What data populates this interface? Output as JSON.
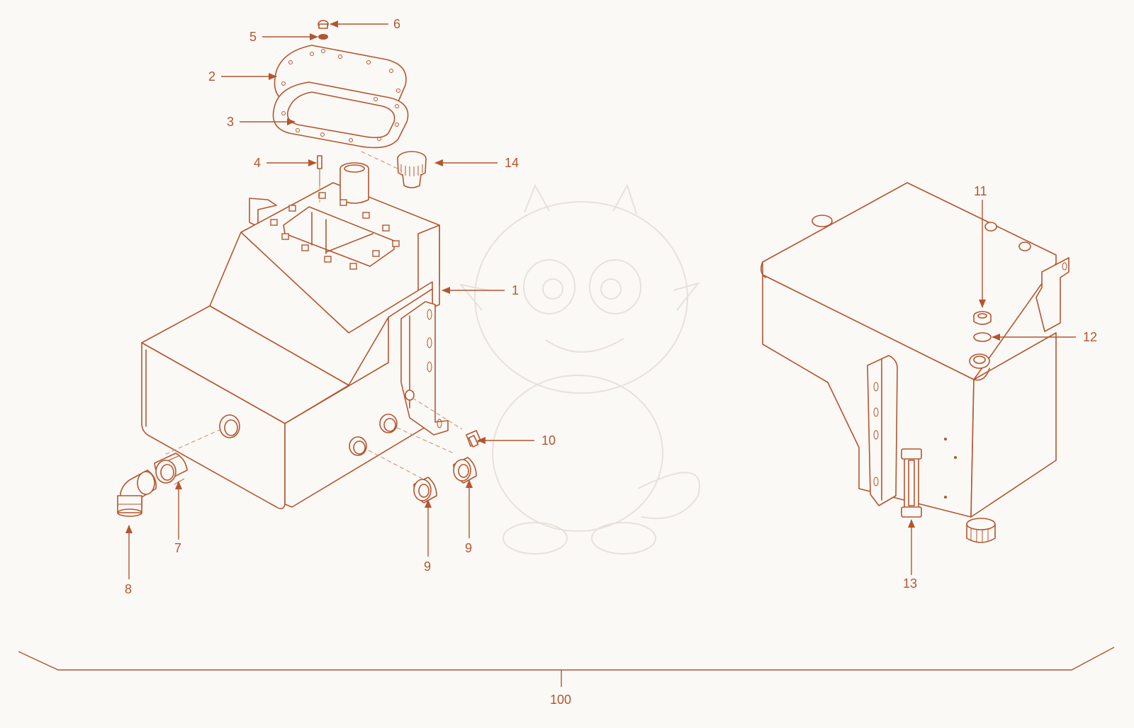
{
  "colors": {
    "line": "#b4552f",
    "background": "#fbf9f6",
    "watermark": "#e8e1db"
  },
  "watermark": "dragon-mascot-illustration",
  "callouts": {
    "c1": "1",
    "c2": "2",
    "c3": "3",
    "c4": "4",
    "c5": "5",
    "c6": "6",
    "c7": "7",
    "c8": "8",
    "c9a": "9",
    "c9b": "9",
    "c10": "10",
    "c11": "11",
    "c12": "12",
    "c13": "13",
    "c14": "14",
    "c100": "100"
  }
}
